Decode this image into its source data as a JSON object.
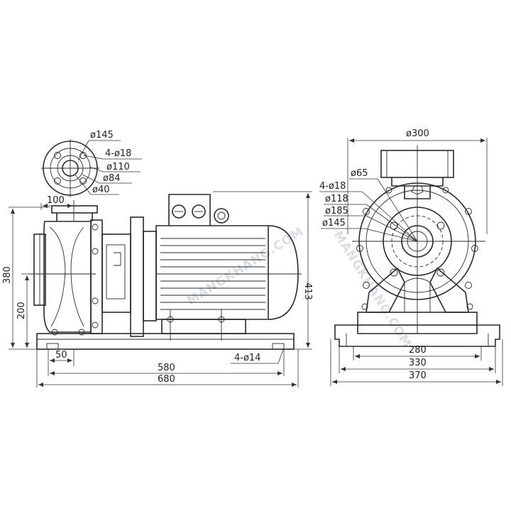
{
  "side_view": {
    "flange": {
      "dia_145": "ø145",
      "holes": "4-ø18",
      "dia_110": "ø110",
      "dia_84": "ø84",
      "dia_40": "ø40"
    },
    "dims": {
      "d100": "100",
      "d380": "380",
      "d200": "200",
      "d413": "413",
      "d50": "50",
      "d580": "580",
      "d680": "680",
      "base_holes": "4-ø14"
    }
  },
  "front_view": {
    "dia_300": "ø300",
    "holes": "4-ø18",
    "dia_65": "ø65",
    "dia_118": "ø118",
    "dia_185": "ø185",
    "dia_145": "ø145",
    "d280": "280",
    "d330": "330",
    "d370": "370"
  },
  "watermark": {
    "text": "MANGKHANG.COM"
  },
  "colors": {
    "line": "#2a2a2a",
    "watermark": "#b9c4cf"
  }
}
